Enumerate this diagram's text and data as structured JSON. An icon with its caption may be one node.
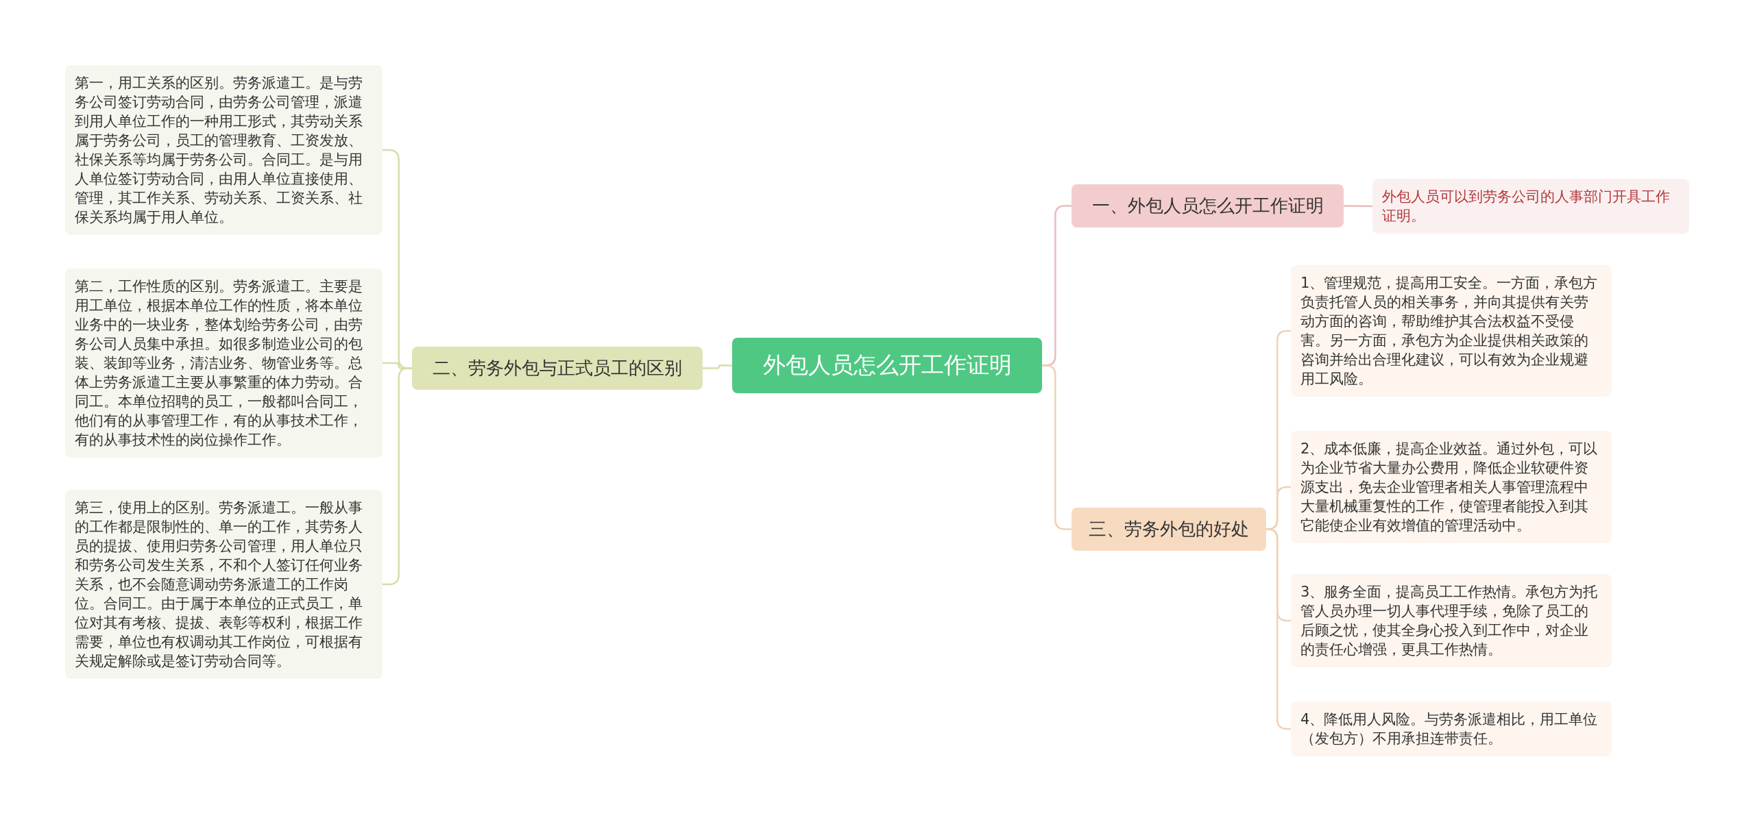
{
  "diagram": {
    "nodes": [
      {
        "text": [
          "外包人员怎么开工作证明"
        ]
      },
      {
        "text": [
          "一、外包人员怎么开工作证明"
        ]
      },
      {
        "text": [
          "外包人员可以到劳务公司的人事部门开具工作证明。"
        ]
      },
      {
        "text": [
          "二、劳务外包与正式员工的区别"
        ]
      },
      {
        "text": [
          "第一，用工关系的区别。劳务派遣工。是与劳务公司签订劳动合同，由劳务公司管理，派遣到用人单位工作的一种用工形式，其劳动关系属于劳务公司，员工的管理教育、工资发放、社保关系等均属于劳务公司。合同工。是与用人单位签订劳动合同，由用人单位直接使用、管理，其工作关系、劳动关系、工资关系、社保关系均属于用人单位。"
        ]
      },
      {
        "text": [
          "第二，工作性质的区别。劳务派遣工。主要是用工单位，根据本单位工作的性质，将本单位业务中的一块业务，整体划给劳务公司，由劳务公司人员集中承担。如很多制造业公司的包装、装卸等业务，清洁业务、物管业务等。总体上劳务派遣工主要从事繁重的体力劳动。合同工。本单位招聘的员工，一般都叫合同工，他们有的从事管理工作，有的从事技术工作，有的从事技术性的岗位操作工作。"
        ]
      },
      {
        "text": [
          "第三，使用上的区别。劳务派遣工。一般从事的工作都是限制性的、单一的工作，其劳务人员的提拔、使用归劳务公司管理，用人单位只和劳务公司发生关系，不和个人签订任何业务关系，也不会随意调动劳务派遣工的工作岗位。合同工。由于属于本单位的正式员工，单位对其有考核、提拔、表彰等权利，根据工作需要，单位也有权调动其工作岗位，可根据有关规定解除或是签订劳动合同等。"
        ]
      },
      {
        "text": [
          "三、劳务外包的好处"
        ]
      },
      {
        "text": [
          "1、管理规范，提高用工安全。一方面，承包方负责托管人员的相关事务，并向其提供有关劳动方面的咨询，帮助维护其合法权益不受侵害。另一方面，承包方为企业提供相关政策的咨询并给出合理化建议，可以有效为企业规避用工风险。"
        ]
      },
      {
        "text": [
          "2、成本低廉，提高企业效益。通过外包，可以为企业节省大量办公费用，降低企业软硬件资源支出，免去企业管理者相关人事管理流程中大量机械重复性的工作，使管理者能投入到其它能使企业有效增值的管理活动中。"
        ]
      },
      {
        "text": [
          "3、服务全面，提高员工工作热情。承包方为托管人员办理一切人事代理手续，免除了员工的后顾之忧，使其全身心投入到工作中，对企业的责任心增强，更具工作热情。"
        ]
      },
      {
        "text": [
          "4、降低用人风险。与劳务派遣相比，用工单位（发包方）不用承担连带责任。"
        ]
      }
    ],
    "edges": [
      {
        "from": 0,
        "to": 1,
        "arrow": "none",
        "color": "#e8bcbc"
      },
      {
        "from": 1,
        "to": 2,
        "arrow": "none",
        "color": "#e8bcbc"
      },
      {
        "from": 0,
        "to": 3,
        "arrow": "none",
        "color": "#d9dcaa"
      },
      {
        "from": 3,
        "to": 4,
        "arrow": "none",
        "color": "#d9dcaa"
      },
      {
        "from": 3,
        "to": 5,
        "arrow": "none",
        "color": "#d9dcaa"
      },
      {
        "from": 3,
        "to": 6,
        "arrow": "none",
        "color": "#d9dcaa"
      },
      {
        "from": 0,
        "to": 7,
        "arrow": "none"
      },
      {
        "from": 7,
        "to": 8,
        "arrow": "none"
      },
      {
        "from": 7,
        "to": 9,
        "arrow": "none"
      },
      {
        "from": 7,
        "to": 10,
        "arrow": "none"
      },
      {
        "from": 7,
        "to": 11,
        "arrow": "none"
      }
    ]
  }
}
